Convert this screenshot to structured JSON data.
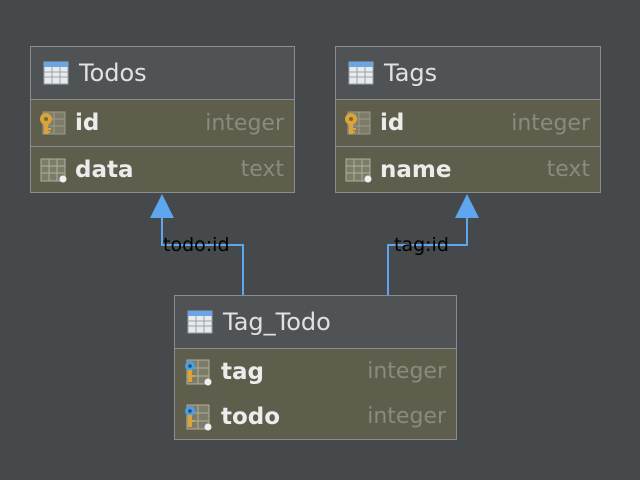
{
  "tables": [
    {
      "title": "Todos",
      "columns": [
        {
          "name": "id",
          "type": "integer",
          "icon": "primary-key-icon"
        },
        {
          "name": "data",
          "type": "text",
          "icon": "column-icon"
        }
      ]
    },
    {
      "title": "Tags",
      "columns": [
        {
          "name": "id",
          "type": "integer",
          "icon": "primary-key-icon"
        },
        {
          "name": "name",
          "type": "text",
          "icon": "column-icon"
        }
      ]
    },
    {
      "title": "Tag_Todo",
      "columns": [
        {
          "name": "tag",
          "type": "integer",
          "icon": "foreign-key-icon"
        },
        {
          "name": "todo",
          "type": "integer",
          "icon": "foreign-key-icon"
        }
      ]
    }
  ],
  "relations": [
    {
      "label": "todo:id"
    },
    {
      "label": "tag:id"
    }
  ],
  "colors": {
    "background": "#46494b",
    "row": "#5f5e4d",
    "link": "#5ea7f0",
    "key": "#d9a53a"
  }
}
